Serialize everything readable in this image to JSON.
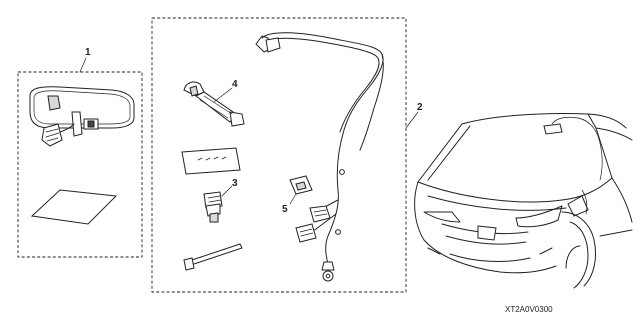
{
  "callouts": {
    "part_1": "1",
    "part_2": "2",
    "part_3": "3",
    "part_4": "4",
    "part_5": "5"
  },
  "part_code": "XT2A0V0300"
}
